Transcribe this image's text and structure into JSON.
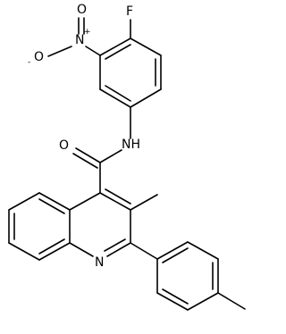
{
  "diagram_type": "chemical-structure",
  "labels": {
    "fluorine": "F",
    "nitro_oxygen_top": "O",
    "nitro_nitrogen": "N",
    "nitro_nitrogen_charge": "+",
    "nitro_oxygen_left": "O",
    "nitro_oxygen_left_charge": "-",
    "amide_nh": "NH",
    "carbonyl_oxygen": "O",
    "quinoline_nitrogen": "N"
  }
}
